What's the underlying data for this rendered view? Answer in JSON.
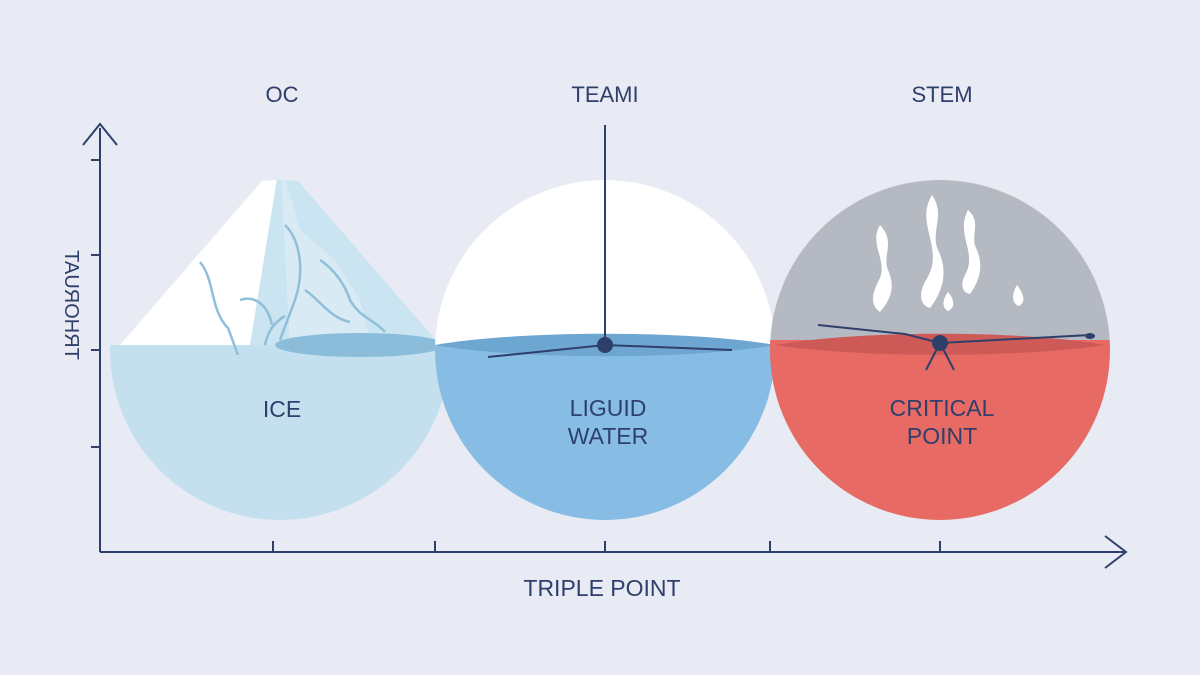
{
  "header_labels": {
    "left": "OC",
    "center": "TEAMI",
    "right": "STEM"
  },
  "y_axis_label": "TRHORUAT",
  "x_axis_label": "TRIPLE POINT",
  "phases": {
    "ice": {
      "label_lines": [
        "ICE"
      ]
    },
    "liquid": {
      "label_lines": [
        "LIGUID",
        "WATER"
      ]
    },
    "critical": {
      "label_lines": [
        "CRITICAL",
        "POINT"
      ]
    }
  },
  "colors": {
    "background": "#e8ebf3",
    "axis": "#2f3f6b",
    "ice": "#c4e0ee",
    "liquid": "#85bde4",
    "critical": "#e76a64",
    "steam": "#b5b9c2"
  }
}
